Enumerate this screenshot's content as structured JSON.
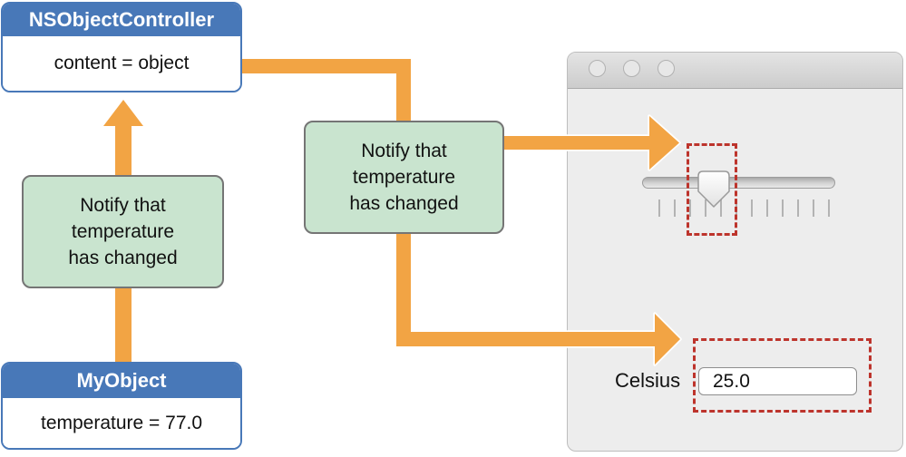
{
  "diagram": {
    "controller": {
      "title": "NSObjectController",
      "body": "content = object"
    },
    "model": {
      "title": "MyObject",
      "body": "temperature = 77.0"
    },
    "notify_left": "Notify that\ntemperature\nhas changed",
    "notify_middle": "Notify that\ntemperature\nhas changed"
  },
  "window": {
    "traffic_lights": [
      "close-button",
      "minimize-button",
      "zoom-button"
    ],
    "slider": {
      "tick_count": 12
    },
    "celsius_label": "Celsius",
    "temperature_field": {
      "value": "25.0"
    }
  },
  "colors": {
    "accent_orange": "#F2A444",
    "node_blue": "#4878B8",
    "notify_green": "#C9E4CF",
    "highlight_red": "#BD342C",
    "window_background": "#EDEDED"
  }
}
